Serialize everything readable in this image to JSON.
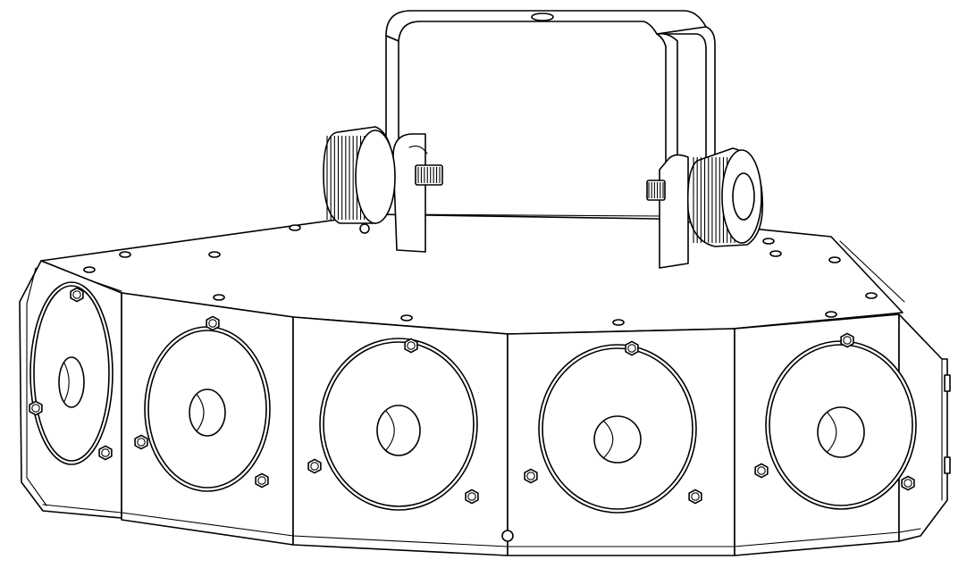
{
  "figure": {
    "subject": "led-effect-fixture-line-drawing",
    "line_color": "#000000",
    "background_color": "#ffffff",
    "lens_panels": 5,
    "side_caps": 2,
    "mounting": "u-bracket-with-two-knobs"
  }
}
